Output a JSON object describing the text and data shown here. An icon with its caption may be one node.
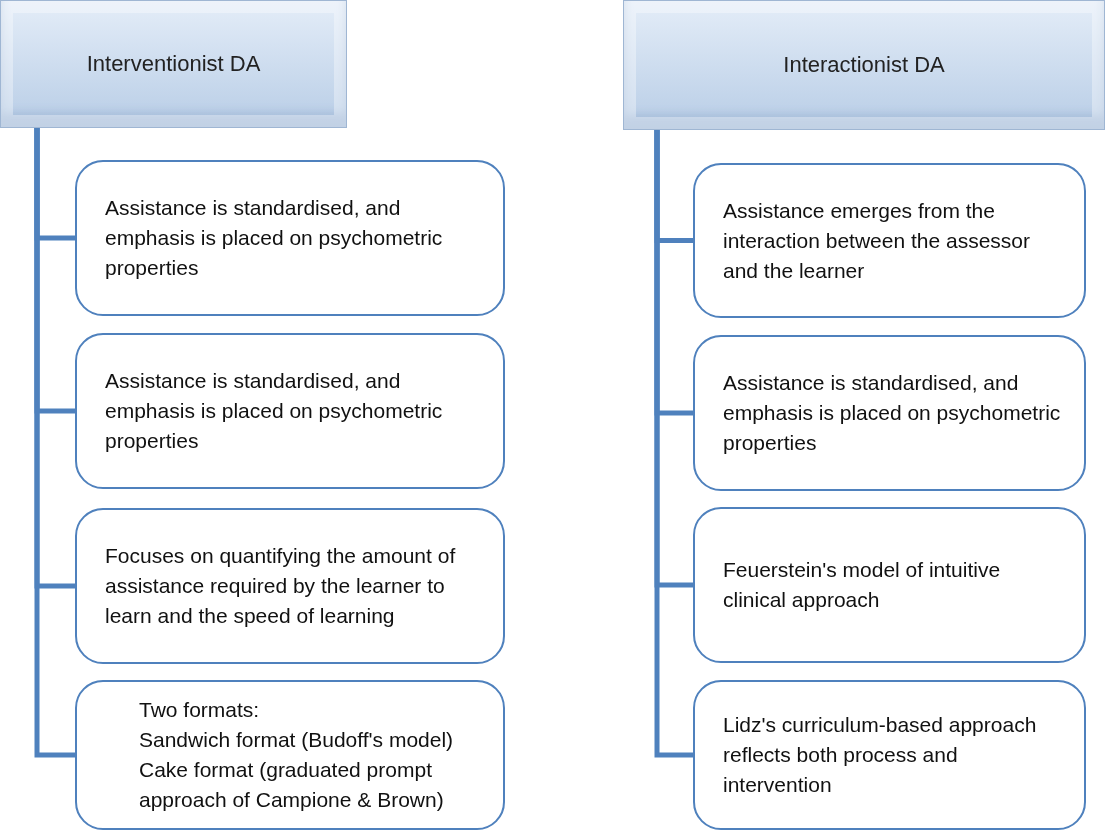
{
  "diagram": {
    "nodes": [
      {
        "text": [
          "Interventionist DA"
        ]
      },
      {
        "text": [
          "Assistance is standardised, and emphasis is placed on psychometric properties"
        ]
      },
      {
        "text": [
          "Assistance is standardised, and emphasis is placed on psychometric properties"
        ]
      },
      {
        "text": [
          "Focuses on quantifying the amount of assistance required by the learner to learn and the speed of learning"
        ]
      },
      {
        "text": [
          "Two formats:",
          "Sandwich format (Budoff's model)",
          "Cake format (graduated prompt approach of Campione & Brown)"
        ]
      },
      {
        "text": [
          "Interactionist DA"
        ]
      },
      {
        "text": [
          "Assistance emerges from the interaction between the assessor and the learner"
        ]
      },
      {
        "text": [
          "Assistance is standardised, and emphasis is placed on psychometric properties"
        ]
      },
      {
        "text": [
          "Feuerstein's model of intuitive clinical approach"
        ]
      },
      {
        "text": [
          "Lidz's curriculum-based approach reflects both process and intervention"
        ]
      }
    ],
    "edges": [
      {
        "from": 0,
        "to": 1,
        "arrow": "none"
      },
      {
        "from": 0,
        "to": 2,
        "arrow": "none"
      },
      {
        "from": 0,
        "to": 3,
        "arrow": "none"
      },
      {
        "from": 0,
        "to": 4,
        "arrow": "none"
      },
      {
        "from": 5,
        "to": 6,
        "arrow": "none"
      },
      {
        "from": 5,
        "to": 7,
        "arrow": "none"
      },
      {
        "from": 5,
        "to": 8,
        "arrow": "none"
      },
      {
        "from": 5,
        "to": 9,
        "arrow": "none"
      }
    ]
  }
}
